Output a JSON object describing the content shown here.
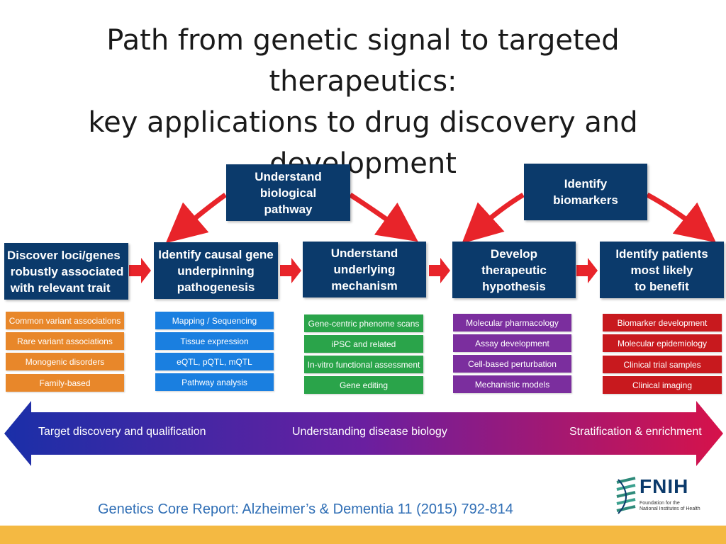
{
  "title": {
    "line1": "Path from genetic signal to targeted therapeutics:",
    "line2": "key applications to drug discovery and",
    "line3": "development"
  },
  "top_boxes": {
    "pathway": [
      "Understand",
      "biological",
      "pathway"
    ],
    "biomarkers": [
      "Identify",
      "biomarkers"
    ]
  },
  "steps": [
    {
      "lines": [
        "Discover  loci/genes",
        " robustly associated",
        " with relevant trait"
      ]
    },
    {
      "lines": [
        "Identify causal gene",
        "underpinning",
        "pathogenesis"
      ]
    },
    {
      "lines": [
        "Understand",
        "underlying",
        "mechanism"
      ]
    },
    {
      "lines": [
        "Develop",
        "therapeutic",
        "hypothesis"
      ]
    },
    {
      "lines": [
        "Identify patients",
        "most likely",
        "to benefit"
      ]
    }
  ],
  "columns": [
    {
      "color": "#e8872a",
      "items": [
        "Common variant associations",
        "Rare variant associations",
        "Monogenic disorders",
        "Family-based"
      ]
    },
    {
      "color": "#1a7fe0",
      "items": [
        "Mapping / Sequencing",
        "Tissue expression",
        "eQTL, pQTL, mQTL",
        "Pathway analysis"
      ]
    },
    {
      "color": "#2aa44a",
      "items": [
        "Gene-centric phenome scans",
        "iPSC and related",
        "In-vitro functional assessment",
        "Gene editing"
      ]
    },
    {
      "color": "#7b2e9e",
      "items": [
        "Molecular pharmacology",
        "Assay development",
        "Cell-based perturbation",
        "Mechanistic models"
      ]
    },
    {
      "color": "#c8191e",
      "items": [
        "Biomarker development",
        "Molecular epidemiology",
        "Clinical trial samples",
        "Clinical imaging"
      ]
    }
  ],
  "band": {
    "left_label": "Target discovery and qualification",
    "center_label": "Understanding disease biology",
    "right_label": "Stratification & enrichment",
    "gradient_start": "#1a2fa8",
    "gradient_mid": "#6a1fa0",
    "gradient_end": "#d6124a"
  },
  "citation": "Genetics Core Report: Alzheimer’s & Dementia 11 (2015) 792-814",
  "logo": {
    "word": "FNIH",
    "sub_line1": "Foundation for the",
    "sub_line2": "National Institutes of Health"
  },
  "colors": {
    "box": "#0b3a6b",
    "arrow": "#e8242a",
    "footer": "#f4b942"
  }
}
